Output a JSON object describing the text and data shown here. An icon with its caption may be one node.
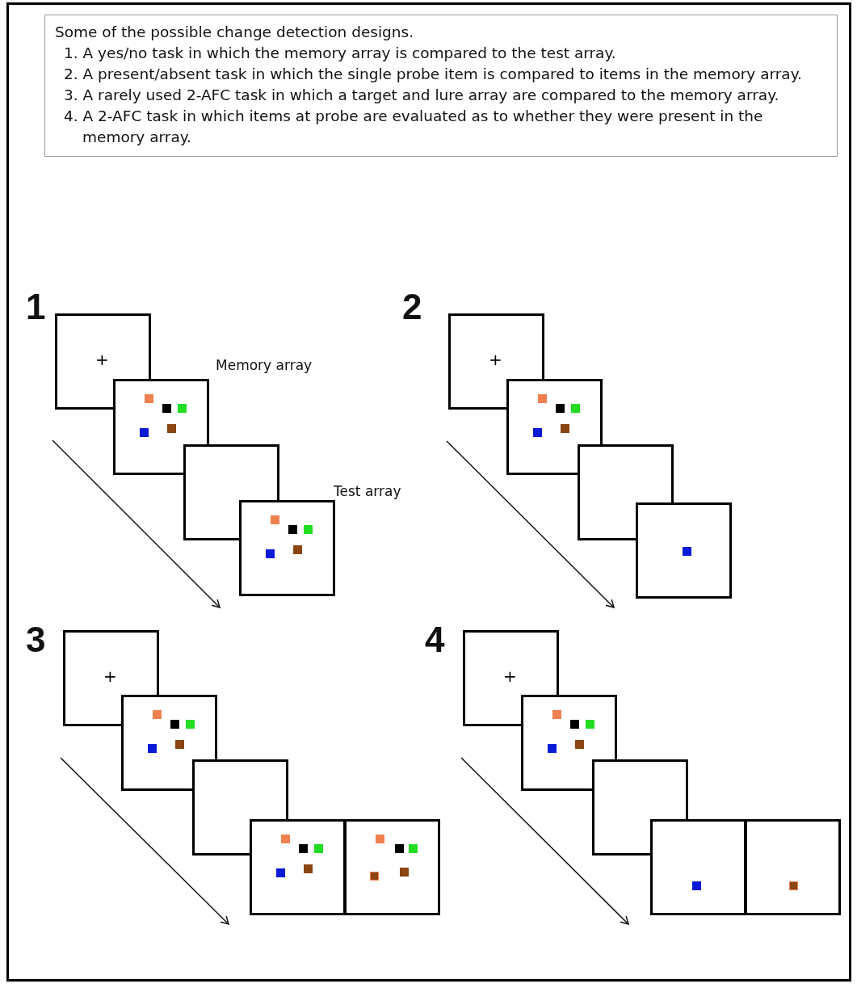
{
  "diagram": {
    "nodes": [
      {
        "text": [
          "Some of the possible change detection designs.",
          "1. A yes/no task in which the memory array is compared to the test array.",
          "2. A present/absent task in which the single probe item is compared to items in the memory array.",
          "3. A rarely used 2-AFC task in which a target and lure array are compared to the memory array.",
          "4. A 2-AFC task in which items at probe are evaluated as to whether they were present in the memory array."
        ]
      },
      {
        "text": [
          "+"
        ]
      },
      {
        "text": [
          "Memory array"
        ]
      },
      {
        "text": [],
        "shape": "box"
      },
      {
        "text": [
          "Test array"
        ]
      },
      {
        "text": [
          "+"
        ]
      },
      {
        "text": [],
        "shape": "box"
      },
      {
        "text": [],
        "shape": "box"
      },
      {
        "text": [],
        "shape": "box"
      },
      {
        "text": [
          "+"
        ]
      },
      {
        "text": [],
        "shape": "box"
      },
      {
        "text": [],
        "shape": "box"
      },
      {
        "text": [],
        "shape": "box"
      },
      {
        "text": [],
        "shape": "box"
      },
      {
        "text": [
          "+"
        ]
      },
      {
        "text": [],
        "shape": "box"
      },
      {
        "text": [],
        "shape": "box"
      },
      {
        "text": [],
        "shape": "box"
      },
      {
        "text": [],
        "shape": "box"
      }
    ],
    "labels": [
      "1",
      "2",
      "3",
      "4"
    ]
  }
}
